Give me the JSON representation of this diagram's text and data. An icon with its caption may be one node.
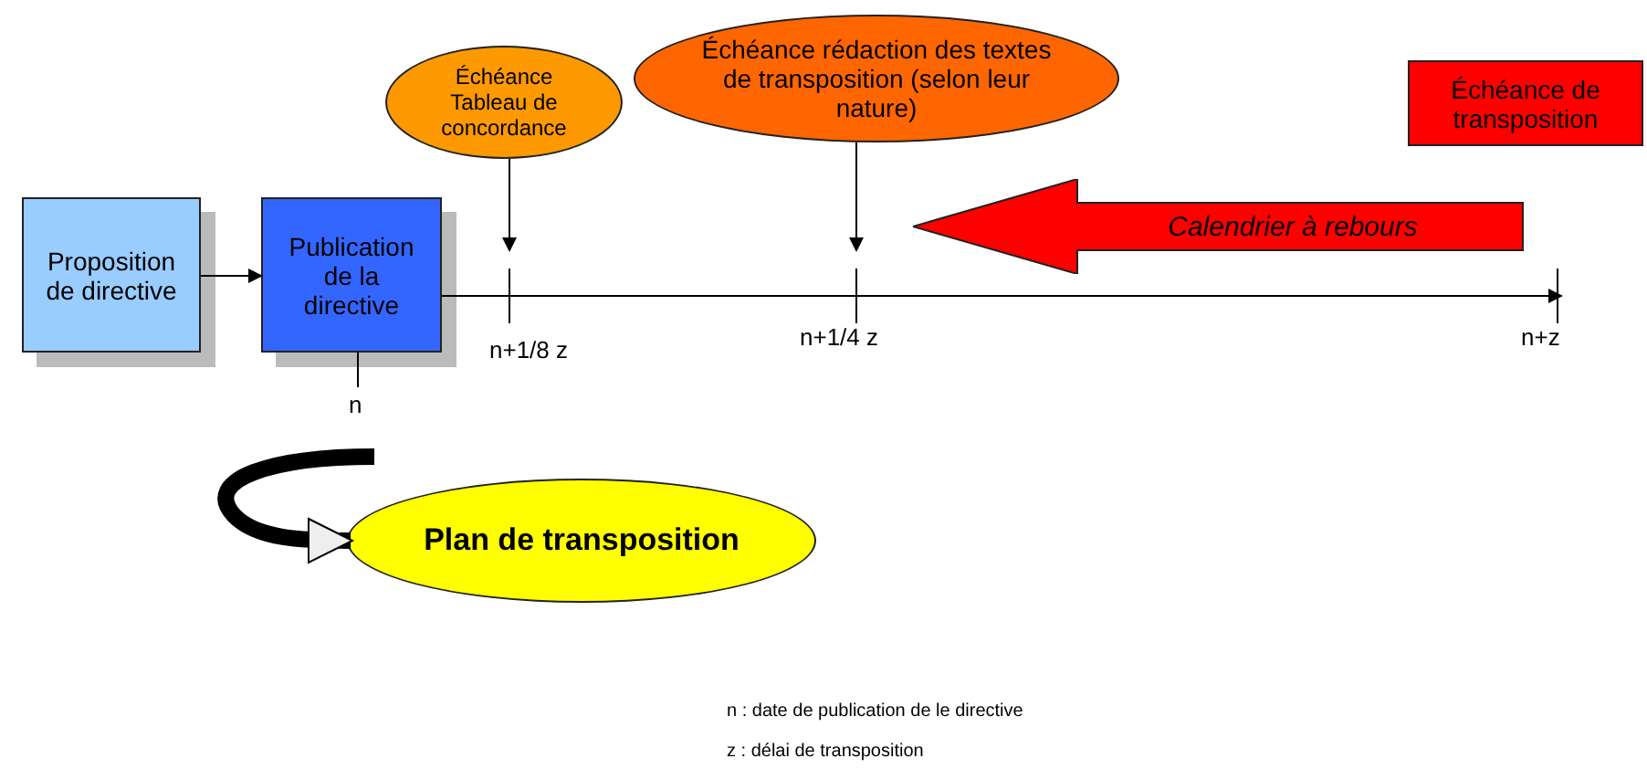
{
  "diagram": {
    "nodes": [
      {
        "text": [
          "Proposition de directive"
        ]
      },
      {
        "text": [
          "Publication de la directive"
        ]
      },
      {
        "text": [
          "Échéance Tableau de concordance"
        ]
      },
      {
        "text": [
          "Échéance rédaction des textes de transposition (selon leur nature)"
        ]
      },
      {
        "text": [
          "Échéance de transposition"
        ]
      },
      {
        "text": [
          "Calendrier à rebours"
        ]
      },
      {
        "text": [
          "Plan de transposition"
        ]
      }
    ],
    "edges": [
      {
        "from": 0,
        "to": 1,
        "arrow": "to"
      },
      {
        "from": 1,
        "to": null,
        "arrow": "to"
      },
      {
        "from": 2,
        "to": null,
        "arrow": "to"
      },
      {
        "from": 3,
        "to": null,
        "arrow": "to"
      },
      {
        "from": null,
        "to": 6,
        "arrow": "to",
        "style": "thick"
      }
    ],
    "labels": [
      "n+1/8 z",
      "n+1/4 z",
      "n+z",
      "n",
      "n : date de publication de le directive",
      "z : délai de transposition"
    ]
  }
}
